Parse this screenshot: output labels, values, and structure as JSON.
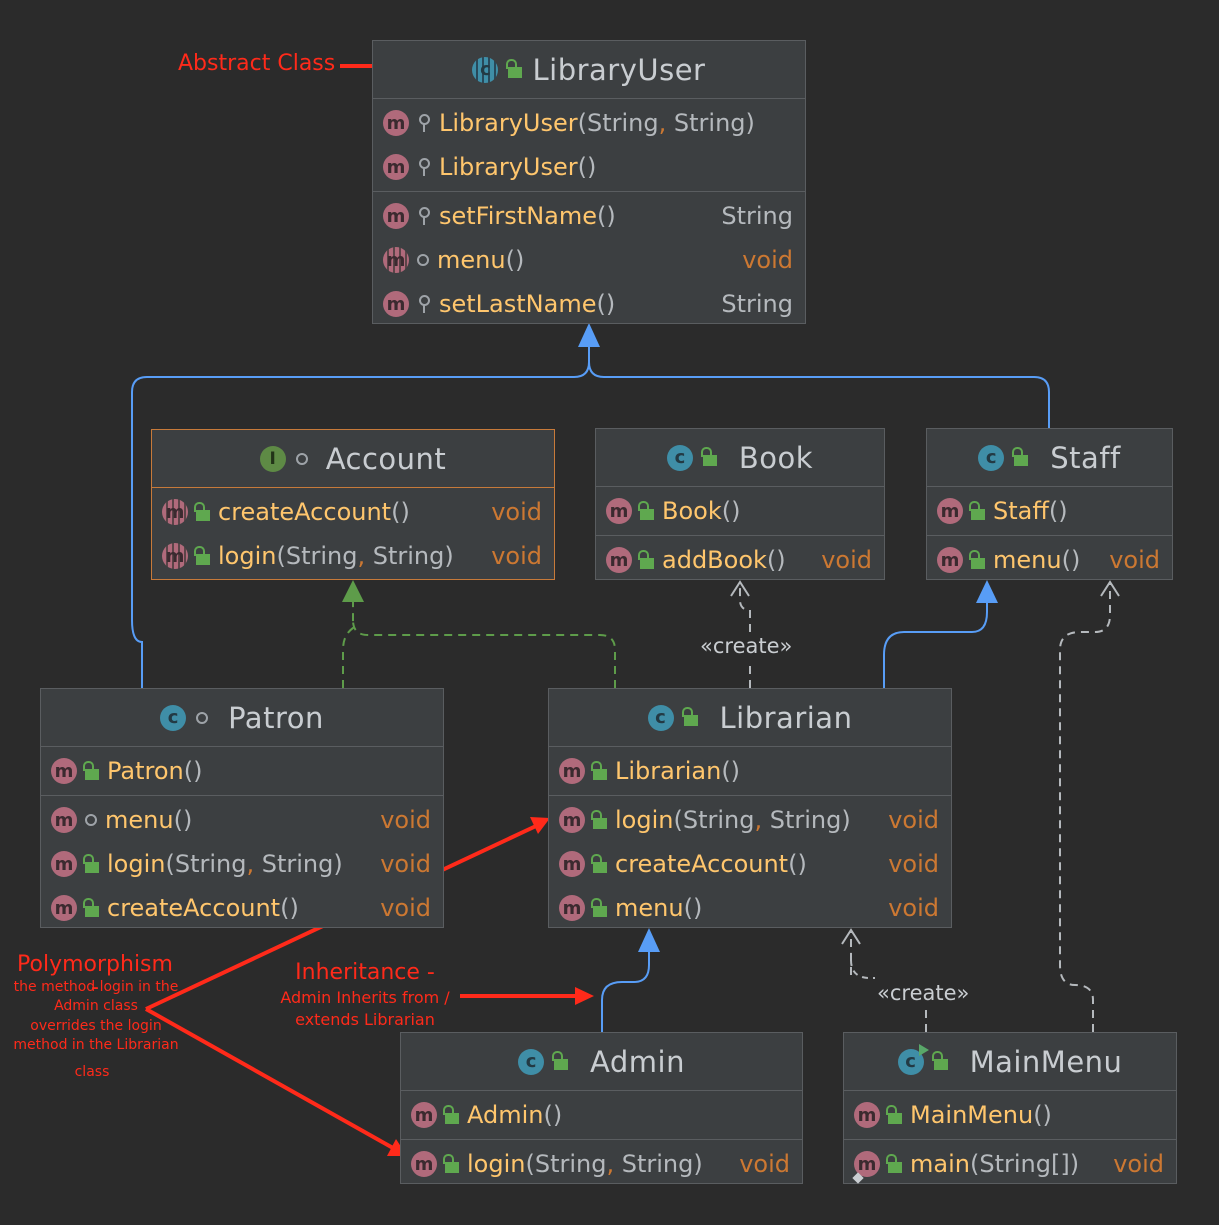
{
  "classes": {
    "libraryuser": {
      "name": "LibraryUser",
      "ctors": [
        {
          "name": "LibraryUser",
          "p1": "String",
          "p2": "String"
        },
        {
          "name": "LibraryUser"
        }
      ],
      "methods": [
        {
          "name": "setFirstName",
          "ret": "String"
        },
        {
          "name": "menu",
          "ret": "void"
        },
        {
          "name": "setLastName",
          "ret": "String"
        }
      ]
    },
    "account": {
      "stereo": "I",
      "name": "Account",
      "methods": [
        {
          "name": "createAccount",
          "ret": "void"
        },
        {
          "name": "login",
          "p1": "String",
          "p2": "String",
          "ret": "void"
        }
      ]
    },
    "book": {
      "name": "Book",
      "ctor": "Book",
      "methods": [
        {
          "name": "addBook",
          "ret": "void"
        }
      ]
    },
    "staff": {
      "name": "Staff",
      "ctor": "Staff",
      "methods": [
        {
          "name": "menu",
          "ret": "void"
        }
      ]
    },
    "patron": {
      "name": "Patron",
      "ctor": "Patron",
      "methods": [
        {
          "name": "menu",
          "ret": "void"
        },
        {
          "name": "login",
          "p1": "String",
          "p2": "String",
          "ret": "void"
        },
        {
          "name": "createAccount",
          "ret": "void"
        }
      ]
    },
    "librarian": {
      "name": "Librarian",
      "ctor": "Librarian",
      "methods": [
        {
          "name": "login",
          "p1": "String",
          "p2": "String",
          "ret": "void"
        },
        {
          "name": "createAccount",
          "ret": "void"
        },
        {
          "name": "menu",
          "ret": "void"
        }
      ]
    },
    "admin": {
      "name": "Admin",
      "ctor": "Admin",
      "methods": [
        {
          "name": "login",
          "p1": "String",
          "p2": "String",
          "ret": "void"
        }
      ]
    },
    "mainmenu": {
      "name": "MainMenu",
      "ctor": "MainMenu",
      "methods": [
        {
          "name": "main",
          "p1": "String[]",
          "ret": "void"
        }
      ]
    }
  },
  "edge_labels": {
    "create_book": "«create»",
    "create_mainmenu": "«create»"
  },
  "annotations": {
    "abstract": "Abstract Class",
    "poly_title": "Polymorphism -",
    "poly_lines": [
      "the method login in the",
      "Admin class",
      "overrides the login",
      "method in the Librarian",
      "class"
    ],
    "inherit_title": "Inheritance -",
    "inherit_lines": [
      "Admin Inherits from /",
      "extends Librarian"
    ]
  },
  "colors": {
    "background": "#2b2b2b",
    "box": "#3c3f41",
    "method_name": "#ffc66d",
    "keyword": "#cc7832",
    "inheritance_arrow": "#589df6",
    "realization_arrow": "#5e9c4a",
    "dependency_arrow": "#b5b9bd",
    "annotation": "#ff2a1a"
  }
}
